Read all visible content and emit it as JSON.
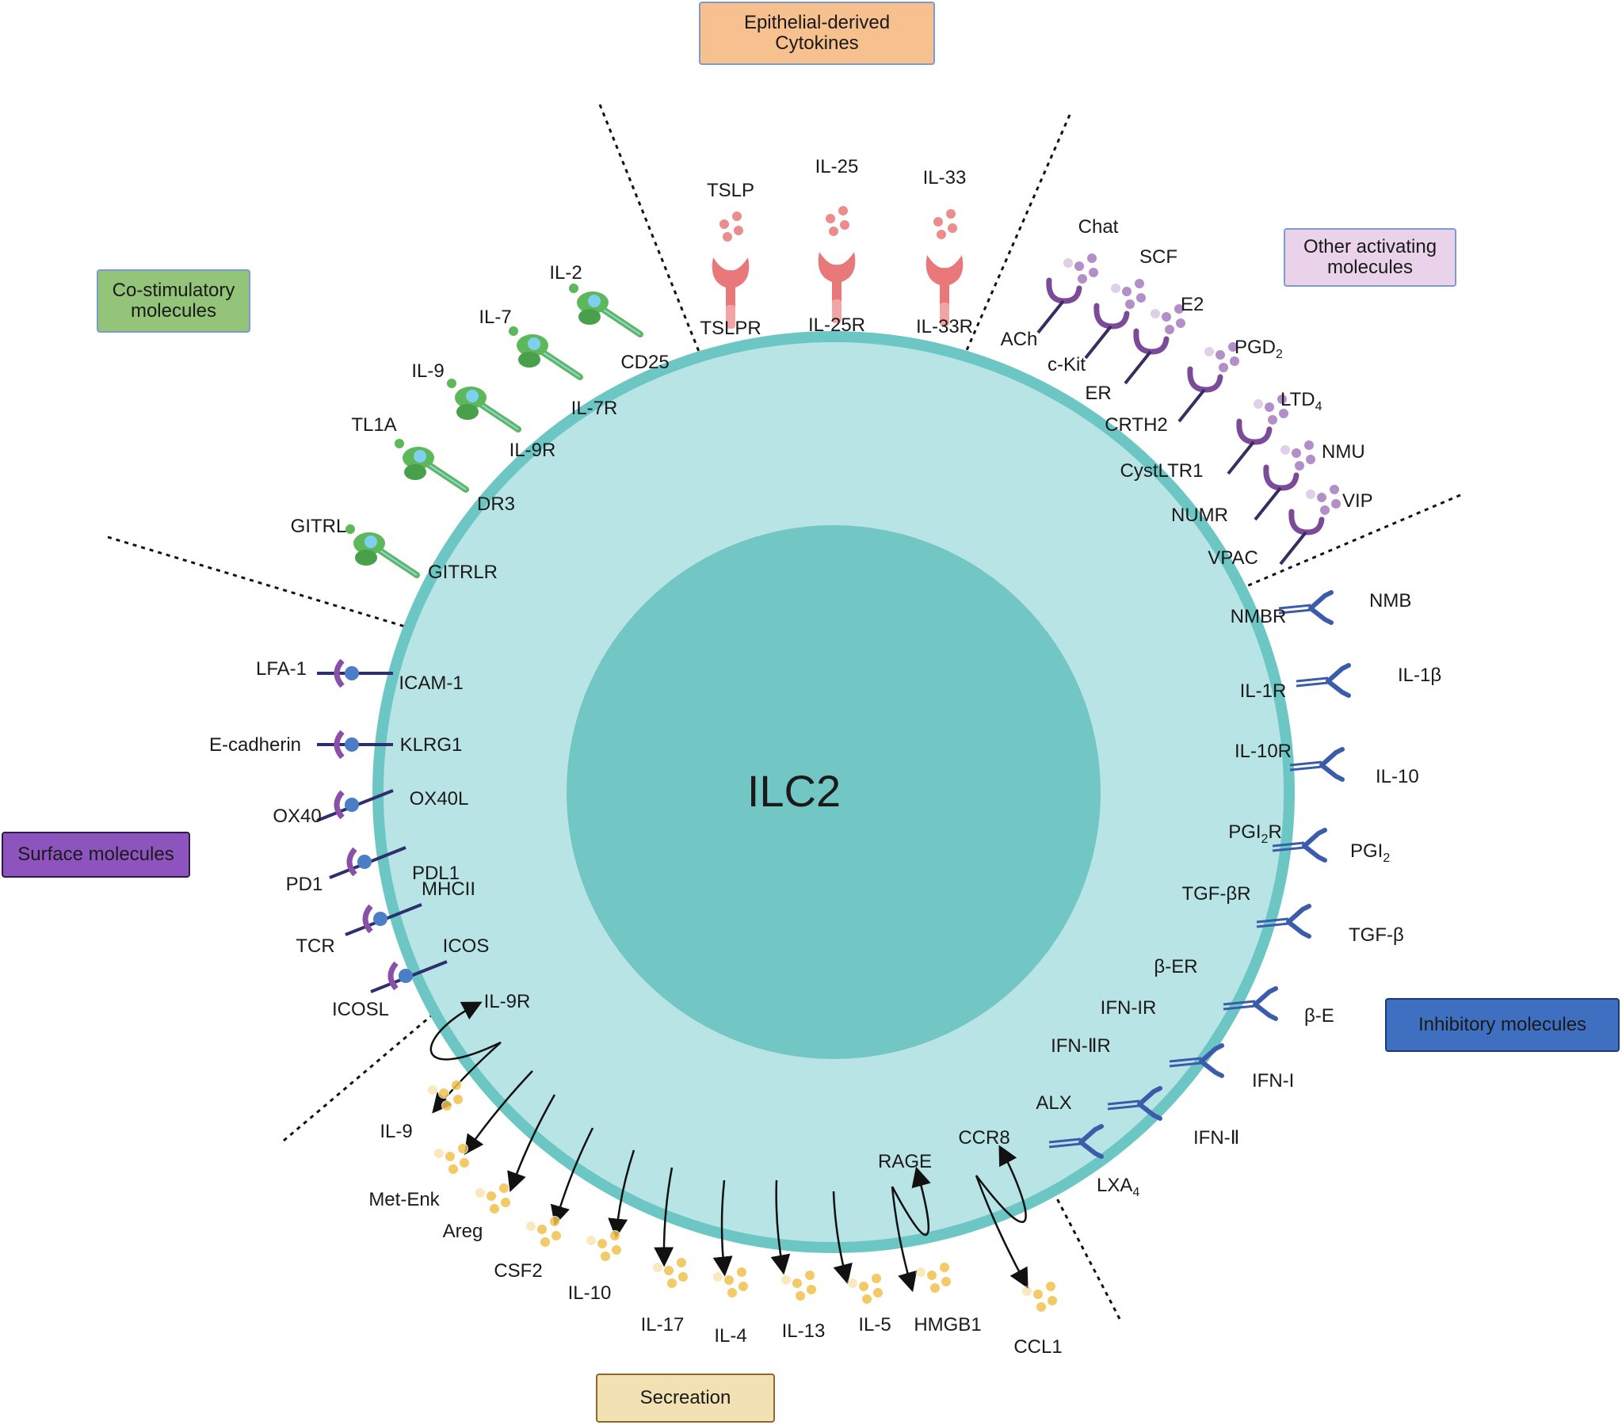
{
  "center_label": "ILC2",
  "categories": {
    "epithelial": "Epithelial-derived\nCytokines",
    "costim": "Co-stimulatory\nmolecules",
    "other_act": "Other activating\nmolecules",
    "surface": "Surface molecules",
    "inhibitory": "Inhibitory molecules",
    "secretion": "Secreation"
  },
  "colors": {
    "membrane": "#6cc7c4",
    "cytoplasm": "#b9e4e5",
    "nucleus": "#72c6c4",
    "cytokine_receptor": "#e8787a",
    "costim_receptor": "#5cb85a",
    "other_receptor": "#7b4b9a",
    "inhibitory_receptor": "#3a5cab",
    "surface_ligand": "#8a4fa8",
    "secreted": "#f2c14e",
    "box_epithelial": "#f7c08f",
    "box_costim": "#93c47a",
    "box_other": "#ead3ea",
    "box_surface": "#8e54bd",
    "box_inhibitory": "#3f6fc0",
    "box_secretion": "#f2e1b3"
  },
  "epithelial_cytokines": [
    {
      "ligand": "TSLP",
      "receptor": "TSLPR"
    },
    {
      "ligand": "IL-25",
      "receptor": "IL-25R"
    },
    {
      "ligand": "IL-33",
      "receptor": "IL-33R"
    }
  ],
  "costimulatory": [
    {
      "ligand": "IL-2",
      "receptor": "CD25"
    },
    {
      "ligand": "IL-7",
      "receptor": "IL-7R"
    },
    {
      "ligand": "IL-9",
      "receptor": "IL-9R"
    },
    {
      "ligand": "TL1A",
      "receptor": "DR3"
    },
    {
      "ligand": "GITRL",
      "receptor": "GITRLR"
    }
  ],
  "other_activating": [
    {
      "ligand": "Chat",
      "receptor": "ACh"
    },
    {
      "ligand": "SCF",
      "receptor": "c-Kit"
    },
    {
      "ligand": "E2",
      "receptor": "ER"
    },
    {
      "ligand": "PGD",
      "ligand_sub": "2",
      "receptor": "CRTH2"
    },
    {
      "ligand": "LTD",
      "ligand_sub": "4",
      "receptor": "CystLTR1"
    },
    {
      "ligand": "NMU",
      "receptor": "NUMR"
    },
    {
      "ligand": "VIP",
      "receptor": "VPAC"
    }
  ],
  "surface": [
    {
      "outer": "LFA-1",
      "inner": "ICAM-1"
    },
    {
      "outer": "E-cadherin",
      "inner": "KLRG1"
    },
    {
      "outer": "OX40",
      "inner": "OX40L"
    },
    {
      "outer": "PD1",
      "inner": "PDL1"
    },
    {
      "outer": "TCR",
      "inner": "MHCII"
    },
    {
      "outer": "ICOSL",
      "inner": "ICOS"
    }
  ],
  "inhibitory": [
    {
      "receptor": "NMBR",
      "ligand": "NMB"
    },
    {
      "receptor": "IL-1R",
      "ligand": "IL-1β"
    },
    {
      "receptor": "IL-10R",
      "ligand": "IL-10"
    },
    {
      "receptor": "PGI",
      "receptor_sub": "2",
      "receptor_tail": "R",
      "ligand": "PGI",
      "ligand_sub": "2"
    },
    {
      "receptor": "TGF-βR",
      "ligand": "TGF-β"
    },
    {
      "receptor": "β-ER",
      "ligand": "β-E"
    },
    {
      "receptor": "IFN-IR",
      "ligand": "IFN-I"
    },
    {
      "receptor": "IFN-ⅡR",
      "ligand": "IFN-Ⅱ"
    },
    {
      "receptor": "ALX",
      "ligand": "LXA",
      "ligand_sub": "4"
    }
  ],
  "secretion": {
    "products": [
      "IL-9",
      "Met-Enk",
      "Areg",
      "CSF2",
      "IL-10",
      "IL-17",
      "IL-4",
      "IL-13",
      "IL-5",
      "HMGB1",
      "CCL1"
    ],
    "receptors": [
      "IL-9R",
      "RAGE",
      "CCR8"
    ]
  }
}
